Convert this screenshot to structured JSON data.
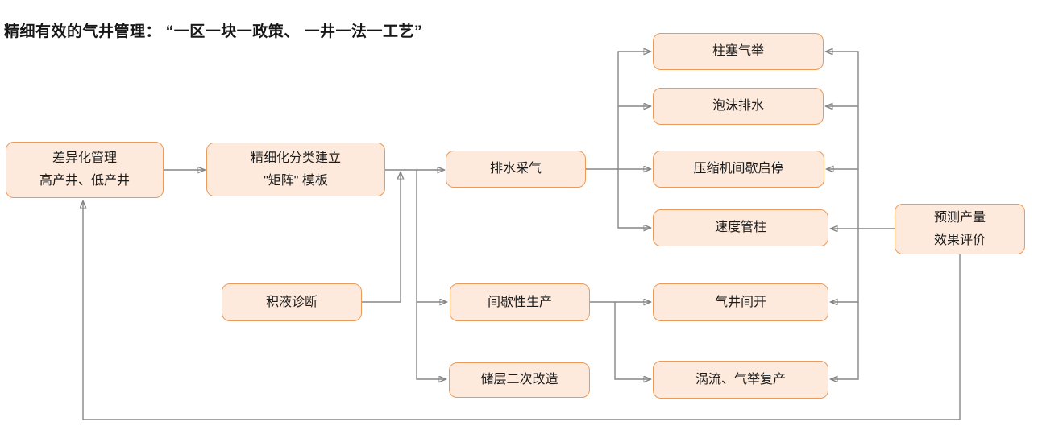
{
  "title": "精细有效的气井管理： “一区一块一政策、 一井一法一工艺”",
  "colors": {
    "box_fill": "#FDEADC",
    "box_border": "#EA9A5B",
    "connector_line": "#858585",
    "arrowhead": "#7b7b7b",
    "text": "#1c1c1c",
    "background": "#ffffff"
  },
  "nodes": {
    "n1": {
      "label": "差异化管理\n高产井、低产井"
    },
    "n2": {
      "label": "精细化分类建立\n\"矩阵\" 模板"
    },
    "n3": {
      "label": "积液诊断"
    },
    "n4": {
      "label": "排水采气"
    },
    "n5": {
      "label": "间歇性生产"
    },
    "n6": {
      "label": "储层二次改造"
    },
    "n7": {
      "label": "柱塞气举"
    },
    "n8": {
      "label": "泡沫排水"
    },
    "n9": {
      "label": "压缩机间歇启停"
    },
    "n10": {
      "label": "速度管柱"
    },
    "n11": {
      "label": "气井间开"
    },
    "n12": {
      "label": "涡流、气举复产"
    },
    "n13": {
      "label": "预测产量\n效果评价"
    }
  }
}
